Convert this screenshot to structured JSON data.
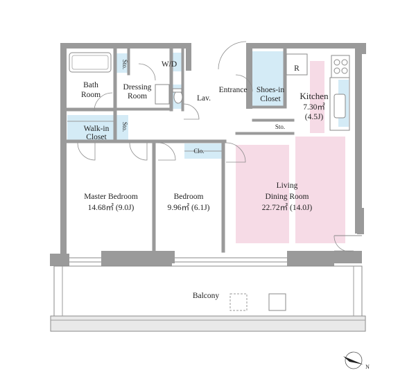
{
  "rooms": {
    "bath": {
      "line1": "Bath",
      "line2": "Room"
    },
    "sto_top": "Sto.",
    "wd": "W/D",
    "dressing": {
      "line1": "Dressing",
      "line2": "Room"
    },
    "lav": "Lav.",
    "entrance": "Entrance",
    "shoes_closet": {
      "line1": "Shoes-in",
      "line2": "Closet"
    },
    "kitchen": {
      "line1": "Kitchen",
      "line2": "7.30㎡",
      "line3": "(4.5J)"
    },
    "fridge": "R",
    "walkin_closet": {
      "line1": "Walk-in",
      "line2": "Closet"
    },
    "sto_walkin": "Sto.",
    "sto_kitchen": "Sto.",
    "clo": "Clo.",
    "master_bedroom": {
      "line1": "Master Bedroom",
      "line2": "14.68㎡ (9.0J)"
    },
    "bedroom": {
      "line1": "Bedroom",
      "line2": "9.96㎡ (6.1J)"
    },
    "living": {
      "line1": "Living",
      "line2": "Dining Room",
      "line3": "22.72㎡ (14.0J)"
    },
    "balcony": "Balcony"
  },
  "compass": {
    "label": "N"
  },
  "colors": {
    "wall": "#9a9a9a",
    "blue_zone": "#d4ebf6",
    "pink_zone": "#f6dbe6",
    "grey_fill": "#e9e9e9",
    "line": "#8a8a8a"
  }
}
